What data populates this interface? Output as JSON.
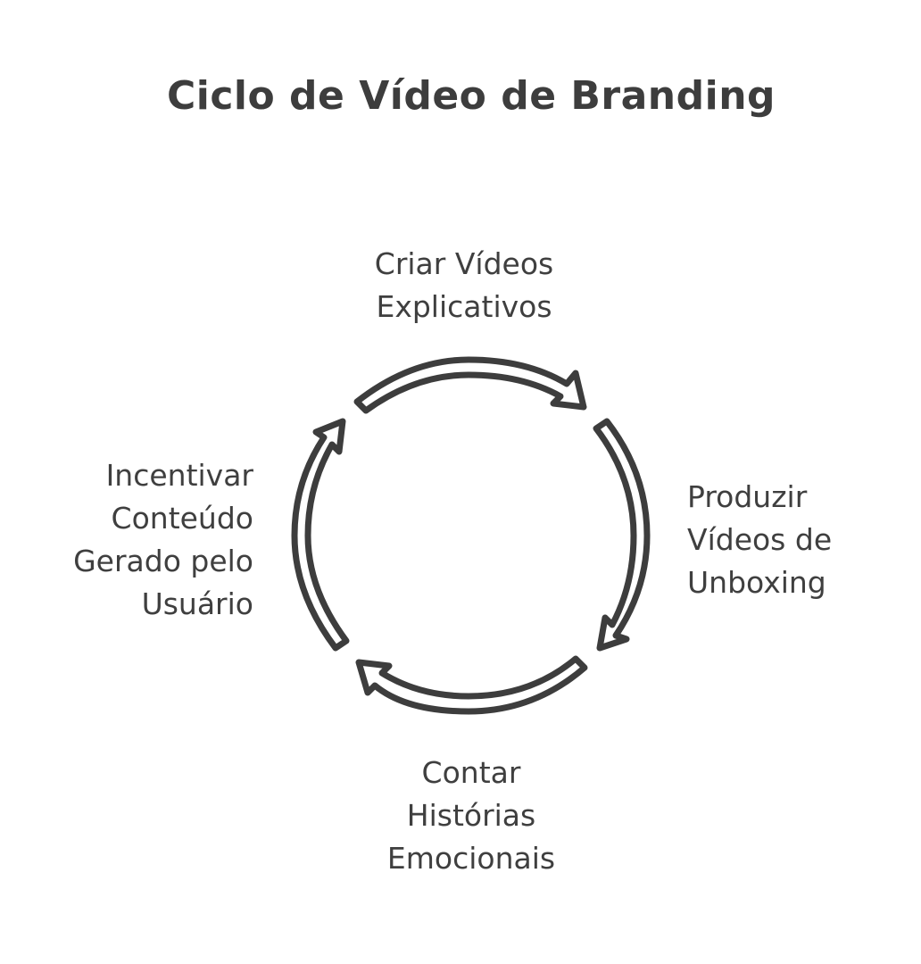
{
  "title": "Ciclo de Vídeo de Branding",
  "steps": [
    {
      "label": "Criar Vídeos\nExplicativos"
    },
    {
      "label": "Produzir\nVídeos de\nUnboxing"
    },
    {
      "label": "Contar\nHistórias\nEmocionais"
    },
    {
      "label": "Incentivar\nConteúdo\nGerado pelo\nUsuário"
    }
  ],
  "colors": {
    "stroke": "#3d3d3d",
    "text": "#3f3f3f",
    "background": "#ffffff"
  }
}
